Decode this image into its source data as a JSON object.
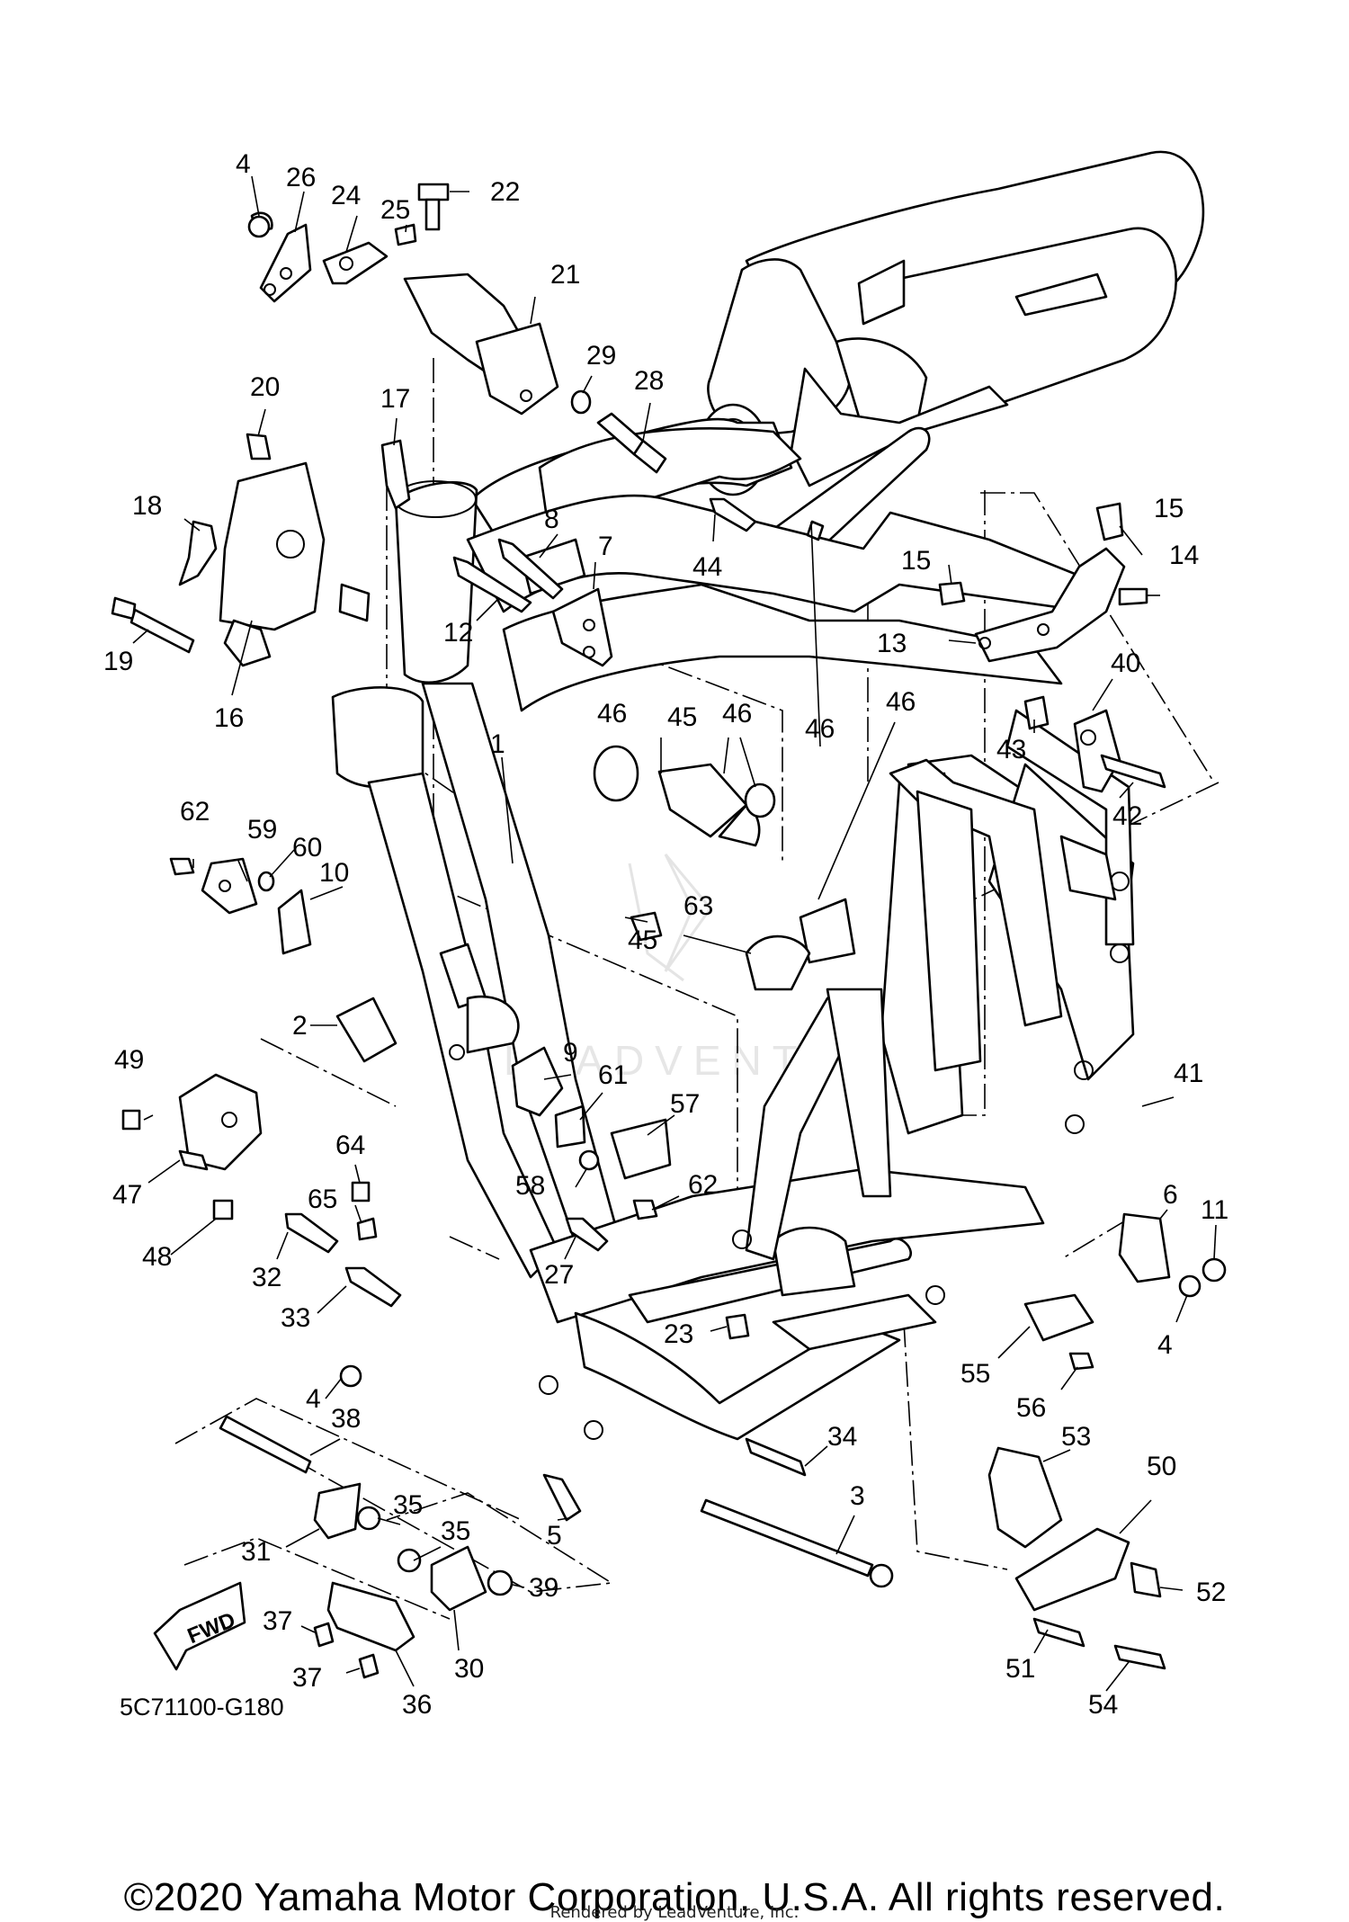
{
  "diagram": {
    "code": "5C71100-G180",
    "fwd_label": "FWD",
    "watermark_text": "LEADVENTURE",
    "copyright": "©2020 Yamaha Motor Corporation, U.S.A. All rights reserved.",
    "rendered_by": "Rendered by LeadVenture, Inc."
  },
  "callouts": [
    "1",
    "2",
    "3",
    "4",
    "5",
    "6",
    "7",
    "8",
    "9",
    "10",
    "11",
    "12",
    "13",
    "14",
    "15",
    "16",
    "17",
    "18",
    "19",
    "20",
    "21",
    "22",
    "23",
    "24",
    "25",
    "26",
    "27",
    "28",
    "29",
    "30",
    "31",
    "32",
    "33",
    "34",
    "35",
    "36",
    "37",
    "38",
    "39",
    "40",
    "41",
    "42",
    "43",
    "44",
    "45",
    "46",
    "47",
    "48",
    "49",
    "50",
    "51",
    "52",
    "53",
    "54",
    "55",
    "56",
    "57",
    "58",
    "59",
    "60",
    "61",
    "62",
    "63",
    "64",
    "65"
  ]
}
